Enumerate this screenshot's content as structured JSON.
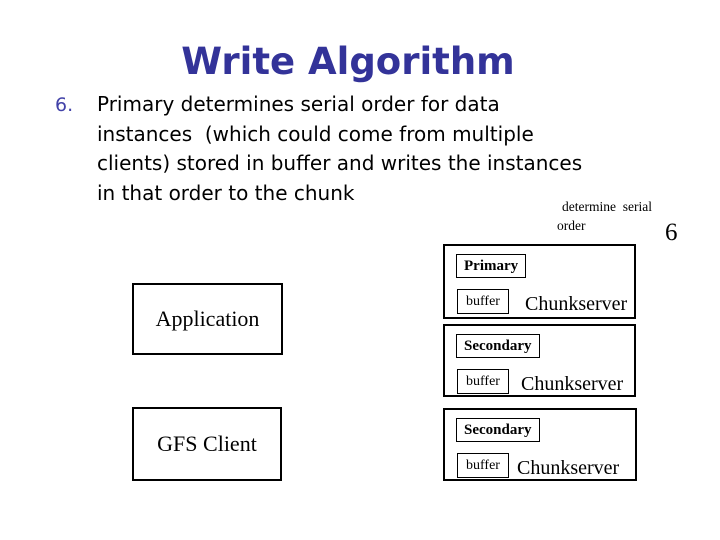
{
  "slide": {
    "title": "Write Algorithm",
    "bullet": {
      "number": "6.",
      "lines": [
        "Primary determines serial order for data",
        "instances  (which could come from multiple",
        "clients) stored in buffer and writes the instances",
        "in that order to the chunk"
      ]
    },
    "annotation": {
      "line1": "determine  serial",
      "line2": "order"
    },
    "page_number": "6",
    "colors": {
      "background": "#FFFFFF",
      "title": "#333399",
      "bullet_number": "#4242A8",
      "body_text": "#000000",
      "box_border": "#000000"
    },
    "diagram": {
      "left_boxes": [
        {
          "label": "Application"
        },
        {
          "label": "GFS Client"
        }
      ],
      "chunkservers": [
        {
          "role": "Primary",
          "buffer_label": "buffer",
          "server_label": "Chunkserver"
        },
        {
          "role": "Secondary",
          "buffer_label": "buffer",
          "server_label": "Chunkserver"
        },
        {
          "role": "Secondary",
          "buffer_label": "buffer",
          "server_label": "Chunkserver"
        }
      ]
    }
  }
}
